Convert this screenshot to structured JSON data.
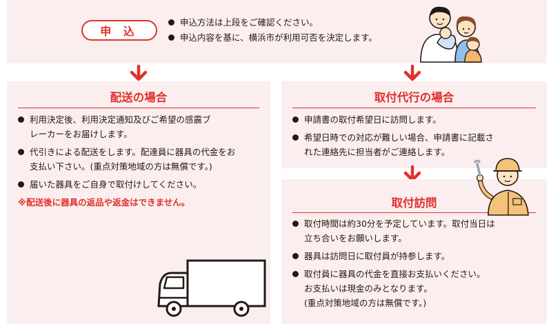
{
  "top": {
    "label": "申 込",
    "lines": [
      "申込方法は上段をご確認ください。",
      "申込内容を基に、横浜市が利用可否を決定します。"
    ]
  },
  "delivery": {
    "title": "配送の場合",
    "items": [
      [
        "利用決定後、利用決定通知及びご希望の感震ブ",
        "レーカーをお届けします。"
      ],
      [
        "代引きによる配送をします。配達員に器具の代金をお",
        "支払い下さい。(重点対策地域の方は無償です。)"
      ],
      [
        "届いた器具をご自身で取付けしてください。"
      ]
    ],
    "note": "※配送後に器具の返品や返金はできません。"
  },
  "proxy": {
    "title": "取付代行の場合",
    "items": [
      [
        "申請書の取付希望日に訪問します。"
      ],
      [
        "希望日時での対応が難しい場合、申請書に記載さ",
        "れた連絡先に担当者がご連絡します。"
      ]
    ]
  },
  "visit": {
    "title": "取付訪問",
    "items": [
      [
        "取付時間は約30分を予定しています。取付当日は",
        "立ち合いをお願いします。"
      ],
      [
        "器具は訪問日に取付員が持参します。"
      ],
      [
        "取付員に器具の代金を直接お支払いください。",
        "お支払いは現金のみとなります。",
        "(重点対策地域の方は無償です。)"
      ]
    ]
  },
  "colors": {
    "accent": "#e0312b",
    "panel": "#fbeeee",
    "text": "#231815",
    "skin": "#fde2c4",
    "worker": "#f5c27a"
  },
  "icons": [
    "family-illustration",
    "worker-illustration",
    "truck-illustration",
    "arrow-down-icon"
  ]
}
